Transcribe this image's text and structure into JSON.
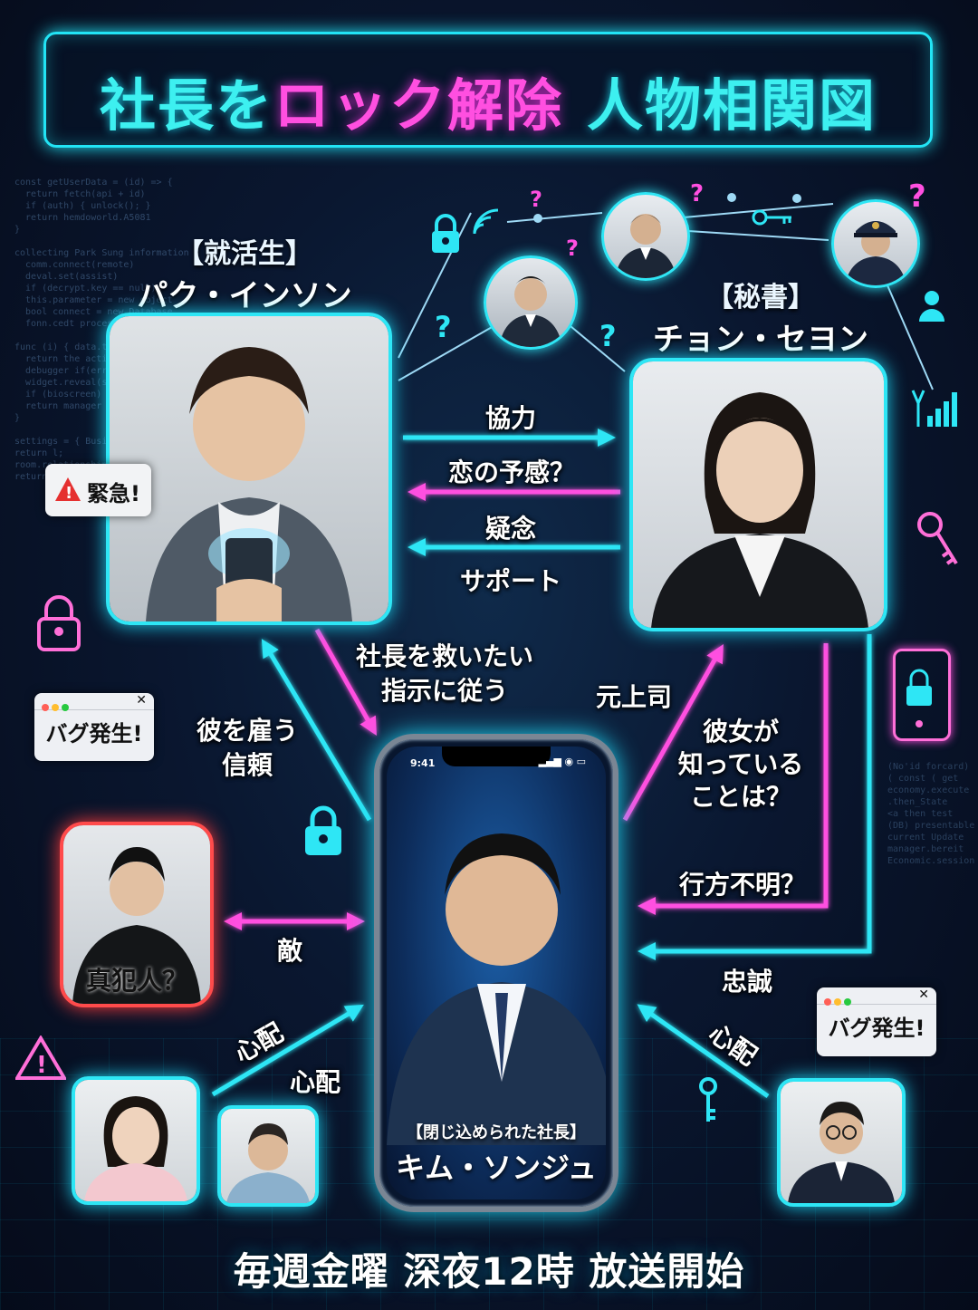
{
  "title": {
    "part1": "社長を",
    "part2": "ロック解除",
    "part3": "人物相関図"
  },
  "characters": {
    "park": {
      "role": "【就活生】",
      "name": "パク・インソン"
    },
    "jeong": {
      "role": "【秘書】",
      "name": "チョン・セヨン"
    },
    "kim": {
      "role": "【閉じ込められた社長】",
      "name": "キム・ソンジュ"
    },
    "culprit": {
      "name": "真犯人？"
    }
  },
  "edges": {
    "cooperate": "協力",
    "romance": "恋の予感？",
    "doubt": "疑念",
    "support": "サポート",
    "want_save": "社長を救いたい",
    "follow": "指示に従う",
    "hire": "彼を雇う",
    "trust": "信頼",
    "former_boss": "元上司",
    "what_she_knows_1": "彼女が",
    "what_she_knows_2": "知っている",
    "what_she_knows_3": "ことは？",
    "missing": "行方不明？",
    "loyalty": "忠誠",
    "enemy": "敵",
    "worry_left_1": "心配",
    "worry_left_2": "心配",
    "worry_right": "心配"
  },
  "popups": {
    "urgent": "緊急!",
    "bug_left": "バグ発生!",
    "bug_right": "バグ発生!"
  },
  "phone": {
    "time": "9:41"
  },
  "footer": "毎週金曜 深夜12時 放送開始",
  "colors": {
    "cyan": "#2ee6f5",
    "magenta": "#ff4fe0",
    "red": "#ff4b4b"
  }
}
